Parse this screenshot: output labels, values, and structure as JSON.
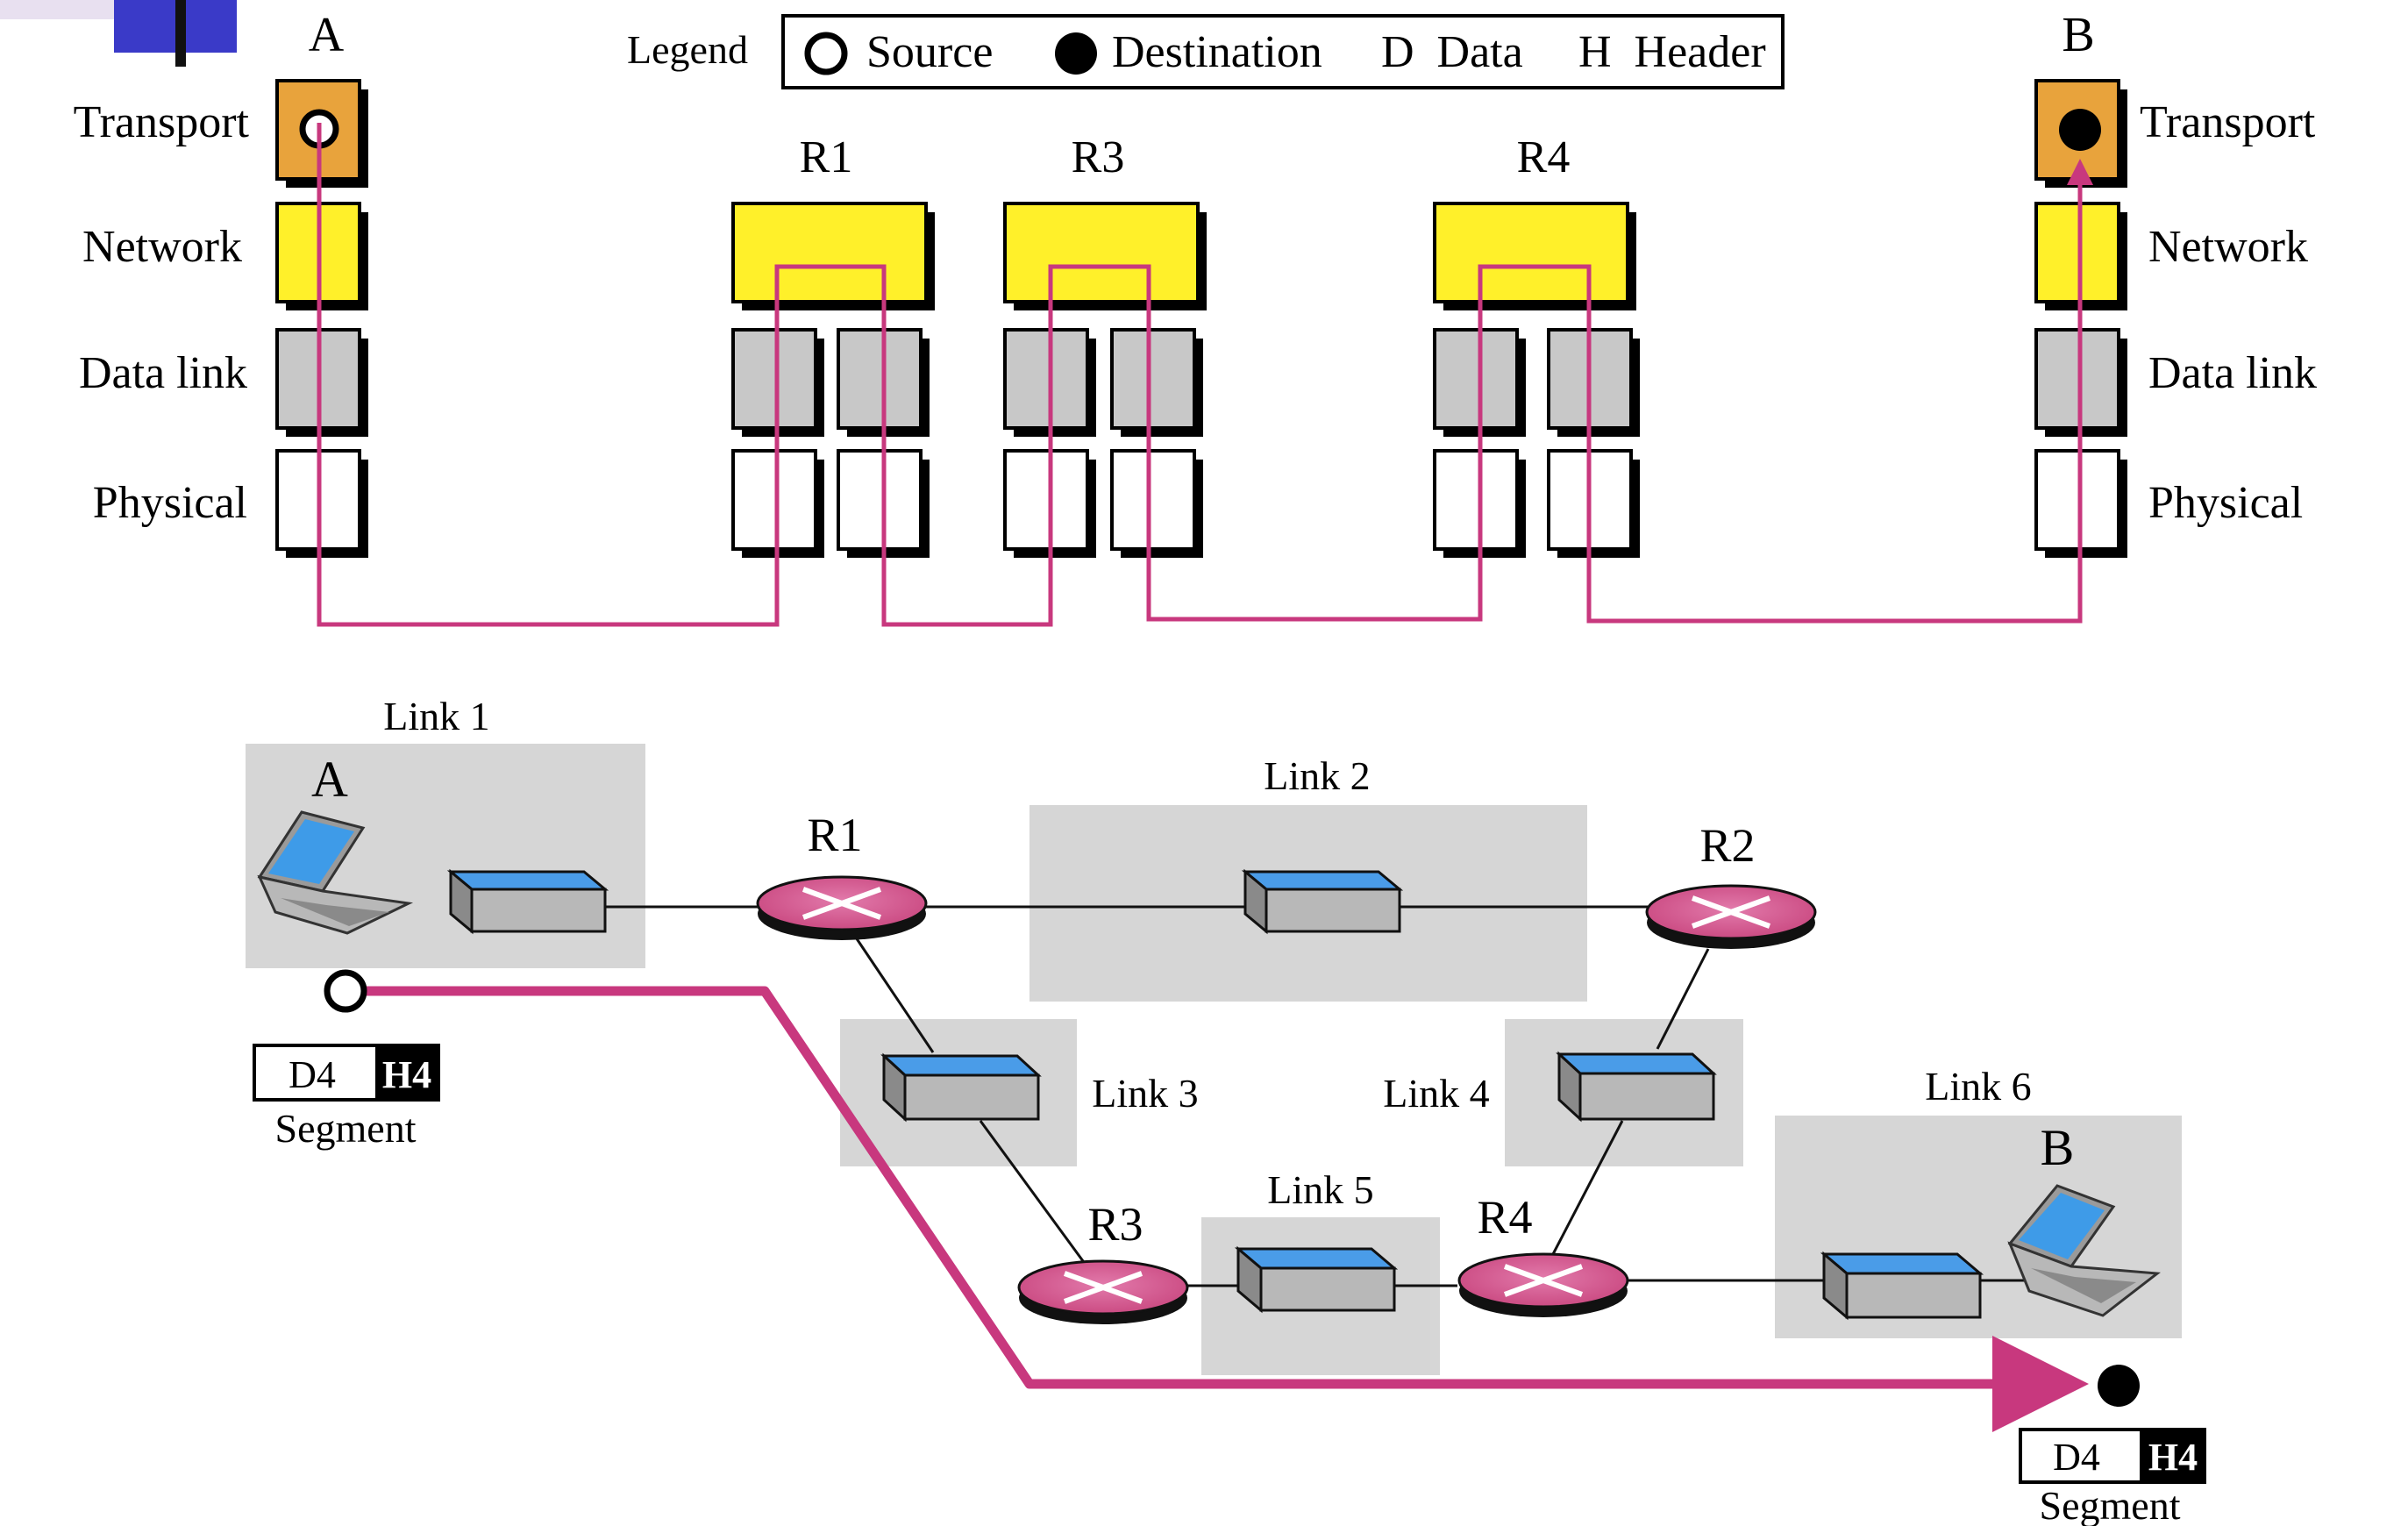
{
  "legend": {
    "title": "Legend",
    "source": "Source",
    "destination": "Destination",
    "data": "D  Data",
    "header": "H  Header"
  },
  "stack": {
    "host_a": "A",
    "host_b": "B",
    "layers": [
      "Transport",
      "Network",
      "Data link",
      "Physical"
    ],
    "routers": [
      "R1",
      "R3",
      "R4"
    ]
  },
  "network": {
    "host_a": "A",
    "host_b": "B",
    "routers": [
      "R1",
      "R2",
      "R3",
      "R4"
    ],
    "links": [
      "Link 1",
      "Link 2",
      "Link 3",
      "Link 4",
      "Link 5",
      "Link 6"
    ],
    "segment": {
      "data": "D4",
      "header": "H4",
      "label": "Segment"
    }
  },
  "colors": {
    "transport": "#E8A33C",
    "network": "#FFF02A",
    "datalink": "#C8C8C8",
    "path": "#C8387E",
    "router": "#D45A93",
    "device_top": "#4A9CE8",
    "device_body": "#B8B8B8",
    "link_area": "#D6D6D6"
  }
}
